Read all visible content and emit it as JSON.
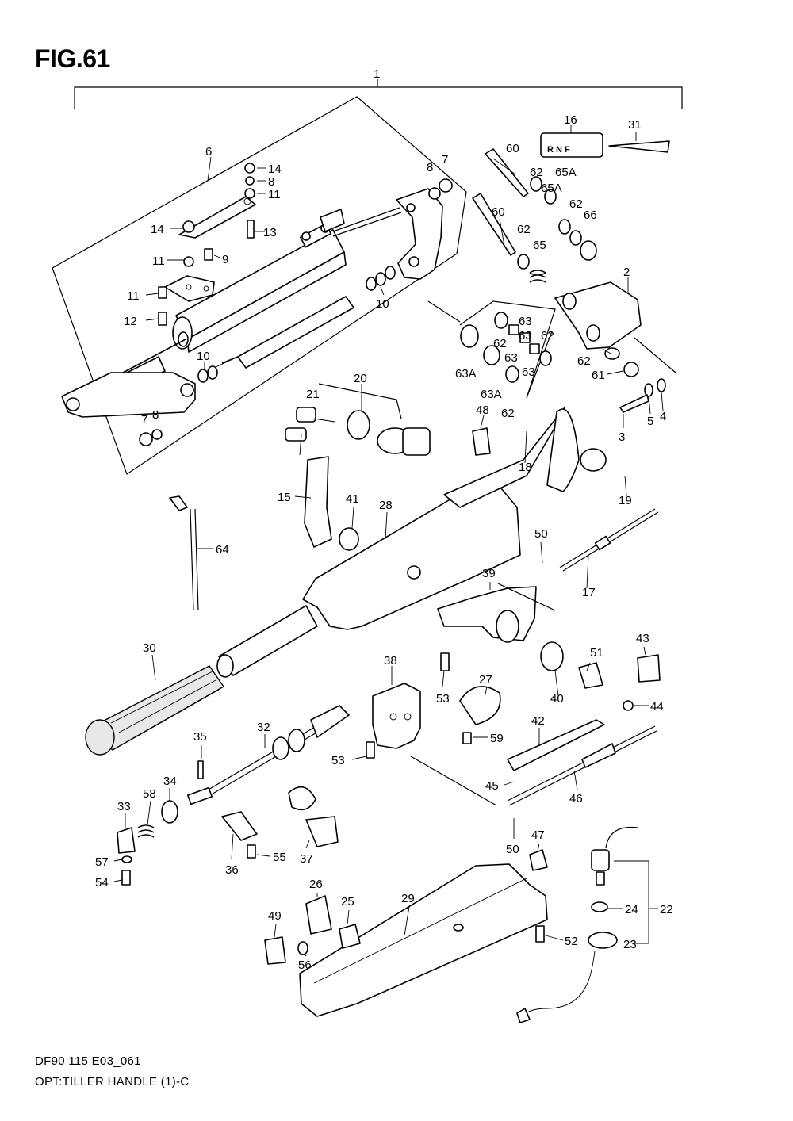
{
  "figure": {
    "title": "FIG.61"
  },
  "footer": {
    "code": "DF90 115 E03_061",
    "caption": "OPT:TILLER HANDLE (1)-C"
  },
  "label_16_text": "R N F",
  "callouts": {
    "c1": "1",
    "c2": "2",
    "c3": "3",
    "c4": "4",
    "c5": "5",
    "c6": "6",
    "c7a": "7",
    "c7b": "7",
    "c8a": "8",
    "c8b": "8",
    "c8c": "8",
    "c9": "9",
    "c10a": "10",
    "c10b": "10",
    "c11a": "11",
    "c11b": "11",
    "c11c": "11",
    "c12": "12",
    "c13": "13",
    "c14a": "14",
    "c14b": "14",
    "c15": "15",
    "c16": "16",
    "c17": "17",
    "c18": "18",
    "c19": "19",
    "c20": "20",
    "c21": "21",
    "c22": "22",
    "c23": "23",
    "c24": "24",
    "c25": "25",
    "c26": "26",
    "c27": "27",
    "c28": "28",
    "c29": "29",
    "c30": "30",
    "c31": "31",
    "c32": "32",
    "c33": "33",
    "c34": "34",
    "c35": "35",
    "c36": "36",
    "c37": "37",
    "c38": "38",
    "c39": "39",
    "c40": "40",
    "c41": "41",
    "c42": "42",
    "c43": "43",
    "c44": "44",
    "c45": "45",
    "c46": "46",
    "c47": "47",
    "c48": "48",
    "c49": "49",
    "c50a": "50",
    "c50b": "50",
    "c51": "51",
    "c52": "52",
    "c53a": "53",
    "c53b": "53",
    "c54": "54",
    "c55": "55",
    "c56": "56",
    "c57": "57",
    "c58": "58",
    "c59": "59",
    "c60a": "60",
    "c60b": "60",
    "c61": "61",
    "c62a": "62",
    "c62b": "62",
    "c62c": "62",
    "c62d": "62",
    "c62e": "62",
    "c62f": "62",
    "c62g": "62",
    "c63a": "63",
    "c63b": "63",
    "c63c": "63",
    "c63d": "63",
    "c63A1": "63A",
    "c63A2": "63A",
    "c64": "64",
    "c65": "65",
    "c65A1": "65A",
    "c65A2": "65A",
    "c66": "66"
  }
}
